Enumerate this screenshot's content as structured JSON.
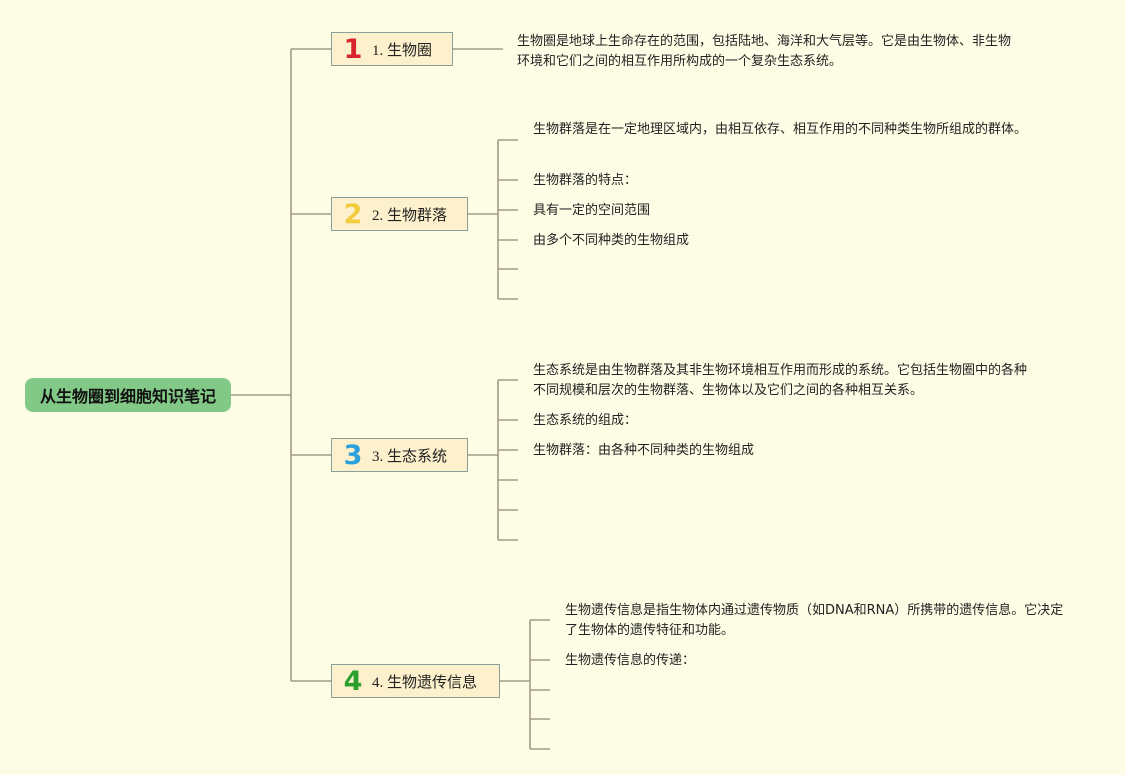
{
  "root": {
    "label": "从生物圈到细胞知识笔记"
  },
  "branches": [
    {
      "number": "1",
      "title": "1. 生物圈",
      "icon_color": "#d8242c",
      "notes": [
        "生物圈是地球上生命存在的范围，包括陆地、海洋和大气层等。它是由生物体、非生物环境和它们之间的相互作用所构成的一个复杂生态系统。"
      ]
    },
    {
      "number": "2",
      "title": "2. 生物群落",
      "icon_color": "#f2cc3c",
      "notes": [
        "生物群落是在一定地理区域内，由相互依存、相互作用的不同种类生物所组成的群体。",
        "生物群落的特点：",
        "具有一定的空间范围",
        "由多个不同种类的生物组成",
        "",
        ""
      ]
    },
    {
      "number": "3",
      "title": "3. 生态系统",
      "icon_color": "#2aa0dc",
      "notes": [
        "生态系统是由生物群落及其非生物环境相互作用而形成的系统。它包括生物圈中的各种不同规模和层次的生物群落、生物体以及它们之间的各种相互关系。",
        "生态系统的组成：",
        "生物群落：由各种不同种类的生物组成",
        "",
        "",
        ""
      ]
    },
    {
      "number": "4",
      "title": "4. 生物遗传信息",
      "icon_color": "#2ca02c",
      "notes": [
        "生物遗传信息是指生物体内通过遗传物质（如DNA和RNA）所携带的遗传信息。它决定了生物体的遗传特征和功能。",
        "生物遗传信息的传递：",
        "",
        "",
        ""
      ]
    }
  ]
}
